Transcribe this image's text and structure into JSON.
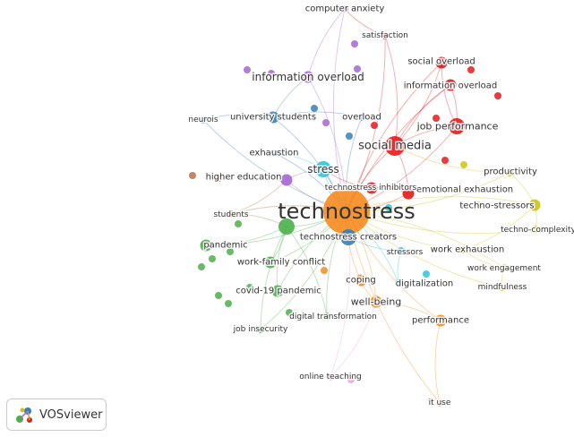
{
  "app": {
    "brand": "VOSviewer",
    "logo_icon": "vosviewer-logo-icon"
  },
  "clusters": {
    "red": "#e41a1c",
    "green": "#4daf4a",
    "blue": "#377eb8",
    "yellow": "#cbc418",
    "purple": "#a665d6",
    "cyan": "#2ec7d6",
    "orange": "#f58b1f",
    "brown": "#b5734f",
    "pink": "#f0a0d8"
  },
  "nodes": [
    {
      "id": "technostress",
      "label": "technostress",
      "cluster": "orange",
      "weight": 10
    },
    {
      "id": "social_media",
      "label": "social media",
      "cluster": "red",
      "weight": 4
    },
    {
      "id": "job_performance",
      "label": "job performance",
      "cluster": "red",
      "weight": 3
    },
    {
      "id": "information_overload_r",
      "label": "information overload",
      "cluster": "red",
      "weight": 2
    },
    {
      "id": "social_overload",
      "label": "social overload",
      "cluster": "red",
      "weight": 2
    },
    {
      "id": "satisfaction",
      "label": "satisfaction",
      "cluster": "red",
      "weight": 1
    },
    {
      "id": "emotional_exhaustion",
      "label": "emotional exhaustion",
      "cluster": "red",
      "weight": 2
    },
    {
      "id": "computer_anxiety",
      "label": "computer anxiety",
      "cluster": "purple",
      "weight": 1
    },
    {
      "id": "information_overload_p",
      "label": "information overload",
      "cluster": "purple",
      "weight": 2
    },
    {
      "id": "university_students",
      "label": "university students",
      "cluster": "blue",
      "weight": 2
    },
    {
      "id": "overload",
      "label": "overload",
      "cluster": "blue",
      "weight": 1
    },
    {
      "id": "neurois",
      "label": "neurois",
      "cluster": "blue",
      "weight": 1
    },
    {
      "id": "exhaustion",
      "label": "exhaustion",
      "cluster": "blue",
      "weight": 1
    },
    {
      "id": "stress",
      "label": "stress",
      "cluster": "cyan",
      "weight": 3
    },
    {
      "id": "higher_education",
      "label": "higher education",
      "cluster": "purple",
      "weight": 2
    },
    {
      "id": "technostress_inhibitors",
      "label": "technostress inhibitors",
      "cluster": "red",
      "weight": 2
    },
    {
      "id": "productivity",
      "label": "productivity",
      "cluster": "yellow",
      "weight": 1
    },
    {
      "id": "techno_stressors",
      "label": "techno-stressors",
      "cluster": "yellow",
      "weight": 2
    },
    {
      "id": "techno_complexity",
      "label": "techno-complexity",
      "cluster": "yellow",
      "weight": 1
    },
    {
      "id": "students",
      "label": "students",
      "cluster": "brown",
      "weight": 1
    },
    {
      "id": "technostress_creators",
      "label": "technostress creators",
      "cluster": "blue",
      "weight": 3
    },
    {
      "id": "pandemic",
      "label": "pandemic",
      "cluster": "green",
      "weight": 2
    },
    {
      "id": "stressors",
      "label": "stressors",
      "cluster": "cyan",
      "weight": 1
    },
    {
      "id": "work_exhaustion",
      "label": "work exhaustion",
      "cluster": "yellow",
      "weight": 1
    },
    {
      "id": "work_family_conflict",
      "label": "work-family conflict",
      "cluster": "green",
      "weight": 2
    },
    {
      "id": "work_engagement",
      "label": "work engagement",
      "cluster": "yellow",
      "weight": 1
    },
    {
      "id": "coping",
      "label": "coping",
      "cluster": "orange",
      "weight": 2
    },
    {
      "id": "digitalization",
      "label": "digitalization",
      "cluster": "cyan",
      "weight": 1
    },
    {
      "id": "covid19",
      "label": "covid-19 pandemic",
      "cluster": "green",
      "weight": 2
    },
    {
      "id": "mindfulness",
      "label": "mindfulness",
      "cluster": "yellow",
      "weight": 1
    },
    {
      "id": "well_being",
      "label": "well-being",
      "cluster": "orange",
      "weight": 2
    },
    {
      "id": "digital_transformation",
      "label": "digital transformation",
      "cluster": "green",
      "weight": 1
    },
    {
      "id": "performance",
      "label": "performance",
      "cluster": "orange",
      "weight": 2
    },
    {
      "id": "job_insecurity",
      "label": "job insecurity",
      "cluster": "green",
      "weight": 1
    },
    {
      "id": "online_teaching",
      "label": "online teaching",
      "cluster": "pink",
      "weight": 1
    },
    {
      "id": "it_use",
      "label": "it use",
      "cluster": "orange",
      "weight": 1
    },
    {
      "id": "green_hub",
      "label": "",
      "cluster": "green",
      "weight": 3
    }
  ],
  "edges": [
    [
      "technostress",
      "social_media"
    ],
    [
      "technostress",
      "job_performance"
    ],
    [
      "technostress",
      "stress"
    ],
    [
      "technostress",
      "information_overload_p"
    ],
    [
      "technostress",
      "information_overload_r"
    ],
    [
      "technostress",
      "university_students"
    ],
    [
      "technostress",
      "higher_education"
    ],
    [
      "technostress",
      "productivity"
    ],
    [
      "technostress",
      "techno_stressors"
    ],
    [
      "technostress",
      "techno_complexity"
    ],
    [
      "technostress",
      "pandemic"
    ],
    [
      "technostress",
      "covid19"
    ],
    [
      "technostress",
      "work_family_conflict"
    ],
    [
      "technostress",
      "coping"
    ],
    [
      "technostress",
      "well_being"
    ],
    [
      "technostress",
      "performance"
    ],
    [
      "technostress",
      "digitalization"
    ],
    [
      "technostress",
      "work_exhaustion"
    ],
    [
      "technostress",
      "work_engagement"
    ],
    [
      "technostress",
      "mindfulness"
    ],
    [
      "technostress",
      "online_teaching"
    ],
    [
      "technostress",
      "it_use"
    ],
    [
      "technostress",
      "computer_anxiety"
    ],
    [
      "technostress",
      "satisfaction"
    ],
    [
      "technostress",
      "social_overload"
    ],
    [
      "technostress",
      "students"
    ],
    [
      "technostress",
      "neurois"
    ],
    [
      "technostress",
      "exhaustion"
    ],
    [
      "technostress",
      "overload"
    ],
    [
      "technostress",
      "emotional_exhaustion"
    ],
    [
      "technostress",
      "job_insecurity"
    ],
    [
      "technostress",
      "digital_transformation"
    ],
    [
      "technostress",
      "green_hub"
    ],
    [
      "technostress",
      "technostress_creators"
    ],
    [
      "social_media",
      "information_overload_r"
    ],
    [
      "social_media",
      "social_overload"
    ],
    [
      "social_media",
      "job_performance"
    ],
    [
      "social_media",
      "satisfaction"
    ],
    [
      "social_media",
      "emotional_exhaustion"
    ],
    [
      "social_media",
      "productivity"
    ],
    [
      "job_performance",
      "social_overload"
    ],
    [
      "job_performance",
      "information_overload_r"
    ],
    [
      "information_overload_p",
      "computer_anxiety"
    ],
    [
      "information_overload_p",
      "university_students"
    ],
    [
      "university_students",
      "overload"
    ],
    [
      "university_students",
      "neurois"
    ],
    [
      "exhaustion",
      "stress"
    ],
    [
      "stress",
      "higher_education"
    ],
    [
      "stress",
      "technostress_creators"
    ],
    [
      "stress",
      "technostress_inhibitors"
    ],
    [
      "green_hub",
      "pandemic"
    ],
    [
      "green_hub",
      "covid19"
    ],
    [
      "green_hub",
      "work_family_conflict"
    ],
    [
      "green_hub",
      "job_insecurity"
    ],
    [
      "green_hub",
      "digital_transformation"
    ],
    [
      "green_hub",
      "students"
    ],
    [
      "techno_stressors",
      "techno_complexity"
    ],
    [
      "techno_stressors",
      "productivity"
    ],
    [
      "techno_stressors",
      "work_exhaustion"
    ],
    [
      "coping",
      "well_being"
    ],
    [
      "well_being",
      "performance"
    ],
    [
      "performance",
      "it_use"
    ],
    [
      "digitalization",
      "stressors"
    ],
    [
      "work_exhaustion",
      "work_engagement"
    ],
    [
      "mindfulness",
      "work_engagement"
    ],
    [
      "online_teaching",
      "well_being"
    ],
    [
      "higher_education",
      "students"
    ],
    [
      "technostress_creators",
      "stressors"
    ],
    [
      "technostress_inhibitors",
      "emotional_exhaustion"
    ],
    [
      "computer_anxiety",
      "satisfaction"
    ]
  ]
}
